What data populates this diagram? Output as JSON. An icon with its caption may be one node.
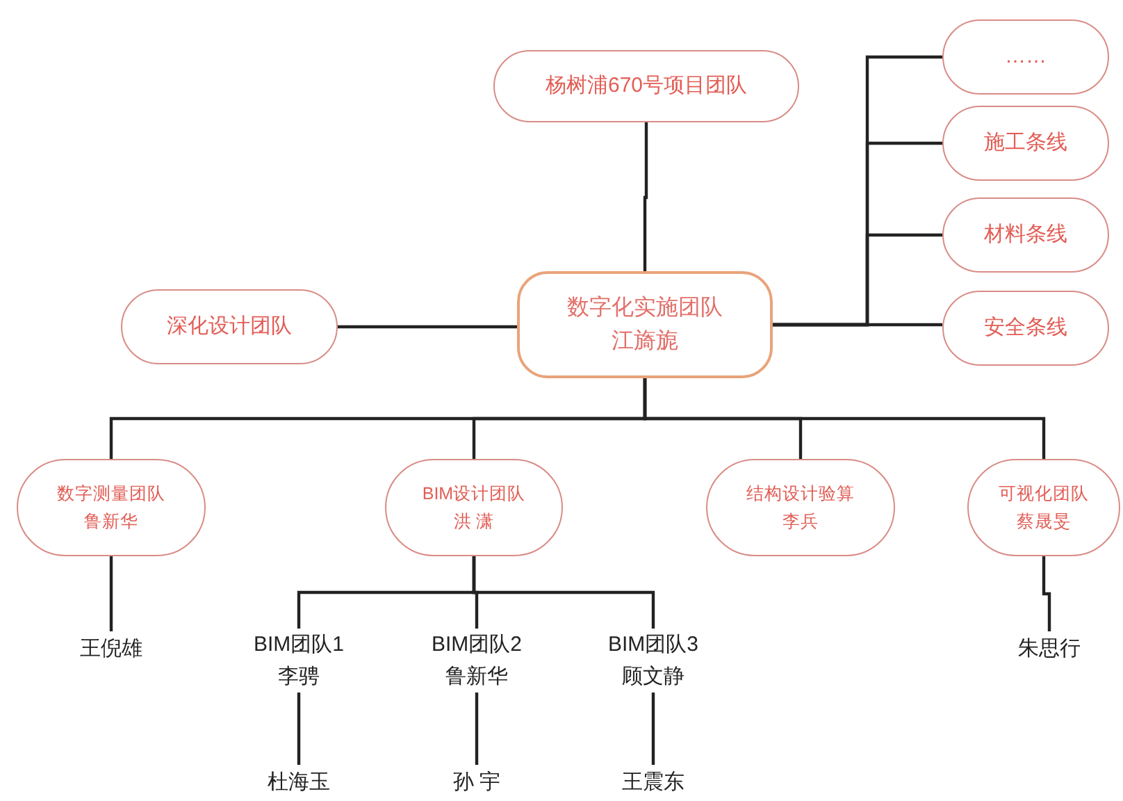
{
  "diagram": {
    "nodes": [
      {
        "text": [
          "杨树浦670号项目团队"
        ]
      },
      {
        "text": [
          "数字化实施团队",
          "江旖旎"
        ]
      },
      {
        "text": [
          "深化设计团队"
        ]
      },
      {
        "text": [
          "……"
        ]
      },
      {
        "text": [
          "施工条线"
        ]
      },
      {
        "text": [
          "材料条线"
        ]
      },
      {
        "text": [
          "安全条线"
        ]
      },
      {
        "text": [
          "数字测量团队",
          "鲁新华"
        ]
      },
      {
        "text": [
          "BIM设计团队",
          "洪 潇"
        ]
      },
      {
        "text": [
          "结构设计验算",
          "李兵"
        ]
      },
      {
        "text": [
          "可视化团队",
          "蔡晟旻"
        ]
      },
      {
        "text": [
          "王倪雄"
        ]
      },
      {
        "text": [
          "BIM团队1",
          "李骋"
        ]
      },
      {
        "text": [
          "BIM团队2",
          "鲁新华"
        ]
      },
      {
        "text": [
          "BIM团队3",
          "顾文静"
        ]
      },
      {
        "text": [
          "朱思行"
        ]
      },
      {
        "text": [
          "杜海玉"
        ]
      },
      {
        "text": [
          "孙 宇"
        ]
      },
      {
        "text": [
          "王震东"
        ]
      }
    ],
    "edges": [
      {
        "from": 0,
        "to": 1,
        "arrow": "none"
      },
      {
        "from": 2,
        "to": 1,
        "arrow": "none"
      },
      {
        "from": 1,
        "to": 3,
        "arrow": "none"
      },
      {
        "from": 1,
        "to": 4,
        "arrow": "none"
      },
      {
        "from": 1,
        "to": 5,
        "arrow": "none"
      },
      {
        "from": 1,
        "to": 6,
        "arrow": "none"
      },
      {
        "from": 1,
        "to": 7,
        "arrow": "none"
      },
      {
        "from": 1,
        "to": 8,
        "arrow": "none"
      },
      {
        "from": 1,
        "to": 9,
        "arrow": "none"
      },
      {
        "from": 1,
        "to": 10,
        "arrow": "none"
      },
      {
        "from": 7,
        "to": 11,
        "arrow": "none"
      },
      {
        "from": 8,
        "to": 12,
        "arrow": "none"
      },
      {
        "from": 8,
        "to": 13,
        "arrow": "none"
      },
      {
        "from": 8,
        "to": 14,
        "arrow": "none"
      },
      {
        "from": 10,
        "to": 15,
        "arrow": "none"
      },
      {
        "from": 12,
        "to": 16,
        "arrow": "none"
      },
      {
        "from": 13,
        "to": 17,
        "arrow": "none"
      },
      {
        "from": 14,
        "to": 18,
        "arrow": "none"
      }
    ]
  }
}
